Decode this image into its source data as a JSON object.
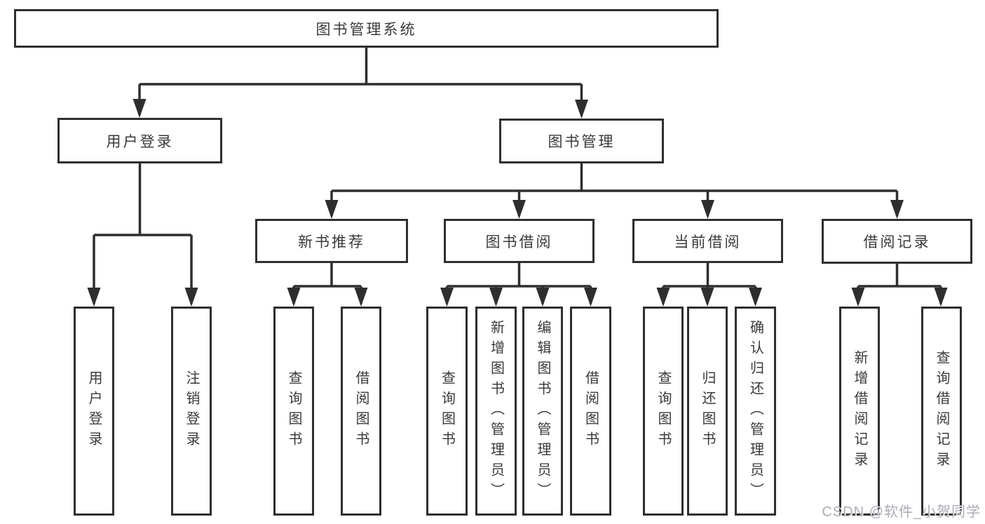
{
  "watermark": "CSDN @软件_小贺同学",
  "colors": {
    "line": "#2e2e2e",
    "border": "#2f2f2f",
    "text": "#3a3a3a",
    "watermark": "#abacb4",
    "background": "#ffffff"
  },
  "diagram": {
    "root": {
      "label": "图书管理系统",
      "children": [
        {
          "label": "用户登录",
          "children": [
            {
              "label": "用户登录"
            },
            {
              "label": "注销登录"
            }
          ]
        },
        {
          "label": "图书管理",
          "children": [
            {
              "label": "新书推荐",
              "children": [
                {
                  "label": "查询图书"
                },
                {
                  "label": "借阅图书"
                }
              ]
            },
            {
              "label": "图书借阅",
              "children": [
                {
                  "label": "查询图书"
                },
                {
                  "label": "新增图书（管理员）"
                },
                {
                  "label": "编辑图书（管理员）"
                },
                {
                  "label": "借阅图书"
                }
              ]
            },
            {
              "label": "当前借阅",
              "children": [
                {
                  "label": "查询图书"
                },
                {
                  "label": "归还图书"
                },
                {
                  "label": "确认归还（管理员）"
                }
              ]
            },
            {
              "label": "借阅记录",
              "children": [
                {
                  "label": "新增借阅记录"
                },
                {
                  "label": "查询借阅记录"
                }
              ]
            }
          ]
        }
      ]
    }
  }
}
